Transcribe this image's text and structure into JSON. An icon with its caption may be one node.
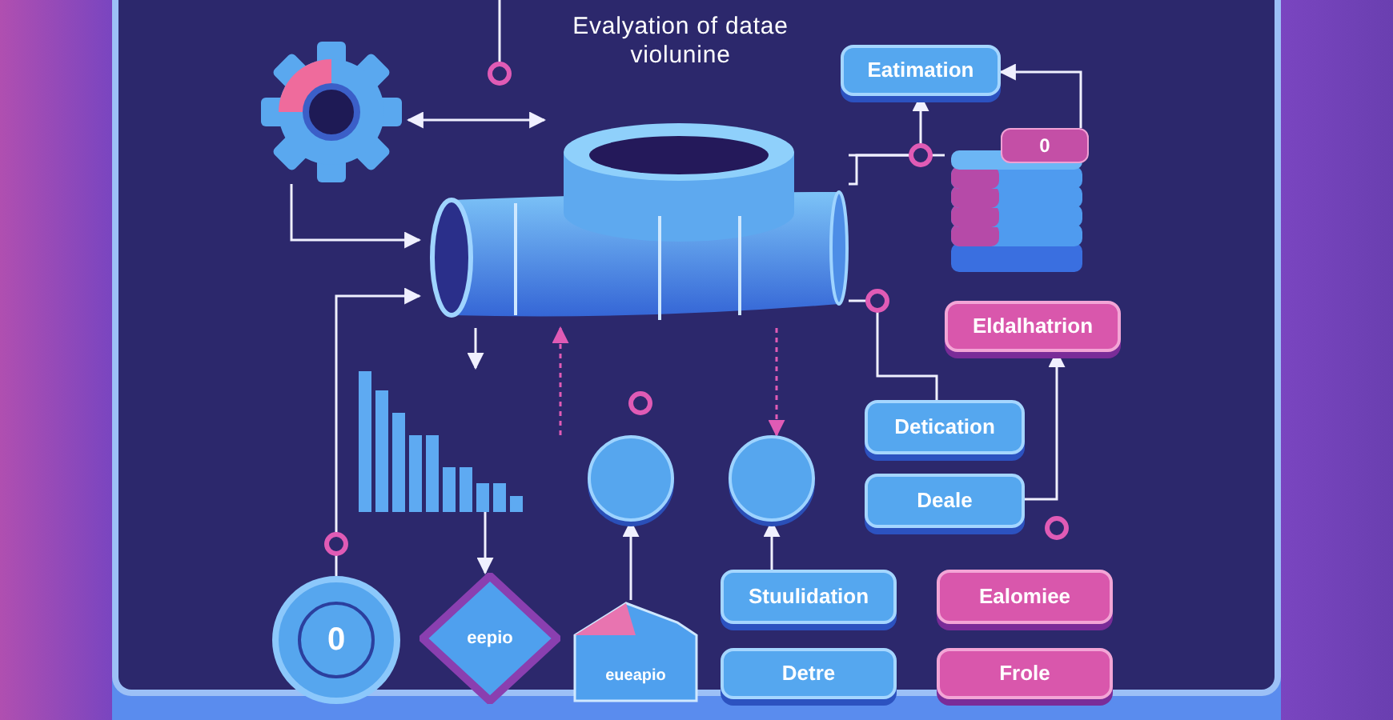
{
  "diagram": {
    "title": "Evalyation of datae violunine",
    "nodes": [
      {
        "text": [],
        "shape": "picture"
      },
      {
        "text": [],
        "shape": "picture"
      },
      {
        "text": [
          "Eatimation"
        ]
      },
      {
        "text": [],
        "shape": "picture"
      },
      {
        "text": [
          "0"
        ]
      },
      {
        "text": [
          "Eldalhatrion"
        ]
      },
      {
        "text": [
          "Detication"
        ]
      },
      {
        "text": [
          "Deale"
        ]
      },
      {
        "text": [],
        "shape": "picture"
      },
      {
        "text": [],
        "shape": "circle"
      },
      {
        "text": [],
        "shape": "circle"
      },
      {
        "text": [
          "0"
        ]
      },
      {
        "text": [
          "eepio"
        ]
      },
      {
        "text": [
          "eueapio"
        ]
      },
      {
        "text": [
          "Stuulidation"
        ]
      },
      {
        "text": [
          "Detre"
        ]
      },
      {
        "text": [
          "Ealomiee"
        ]
      },
      {
        "text": [
          "Frole"
        ]
      }
    ],
    "edges": [
      {
        "from": 0,
        "to": 1,
        "arrow": "both"
      },
      {
        "from": 0,
        "to": 1,
        "arrow": "to"
      },
      {
        "from": 1,
        "to": 2,
        "arrow": "to"
      },
      {
        "from": 1,
        "to": 3,
        "arrow": "none"
      },
      {
        "from": 4,
        "to": 2,
        "arrow": "to"
      },
      {
        "from": 7,
        "to": 5,
        "arrow": "to"
      },
      {
        "from": 1,
        "to": 6,
        "arrow": "none"
      },
      {
        "from": 11,
        "to": 1,
        "arrow": "to"
      },
      {
        "from": 1,
        "to": 8,
        "arrow": "to"
      },
      {
        "from": null,
        "to": 1,
        "arrow": "to",
        "style": "dashed",
        "color": "#e05bb5"
      },
      {
        "from": 1,
        "to": 10,
        "arrow": "to",
        "style": "dashed",
        "color": "#e05bb5"
      },
      {
        "from": 8,
        "to": 12,
        "arrow": "to"
      },
      {
        "from": 13,
        "to": 9,
        "arrow": "to"
      },
      {
        "from": 14,
        "to": 10,
        "arrow": "to"
      }
    ]
  }
}
